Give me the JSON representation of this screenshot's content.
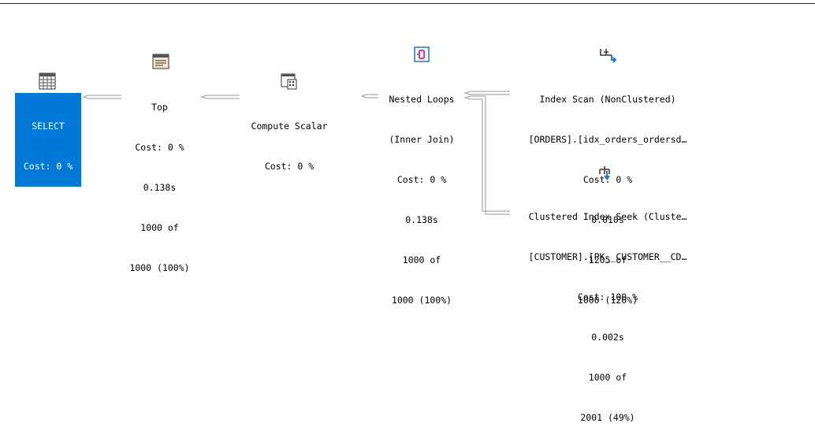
{
  "nodes": {
    "select": {
      "name": "SELECT",
      "cost": "Cost: 0 %"
    },
    "top": {
      "name": "Top",
      "cost": "Cost: 0 %",
      "time": "0.138s",
      "rows1": "1000 of",
      "rows2": "1000 (100%)"
    },
    "compute_scalar": {
      "name": "Compute Scalar",
      "cost": "Cost: 0 %"
    },
    "nested_loops": {
      "name": "Nested Loops",
      "subtitle": "(Inner Join)",
      "cost": "Cost: 0 %",
      "time": "0.138s",
      "rows1": "1000 of",
      "rows2": "1000 (100%)"
    },
    "index_scan": {
      "name": "Index Scan (NonClustered)",
      "object": "[ORDERS].[idx_orders_ordersd…",
      "cost": "Cost: 0 %",
      "time": "0.010s",
      "rows1": "1205 of",
      "rows2": "1000 (120%)"
    },
    "clustered_seek": {
      "name": "Clustered Index Seek (Cluste…",
      "object": "[CUSTOMER].[PK__CUSTOMER__CD…",
      "cost": "Cost: 100 %",
      "time": "0.002s",
      "rows1": "1000 of",
      "rows2": "2001 (49%)"
    }
  },
  "colors": {
    "selection": "#0078d7",
    "arrow": "#9a9a9a",
    "nested_loops_icon": "#d63ab8",
    "index_icon": "#1e7ac7"
  }
}
